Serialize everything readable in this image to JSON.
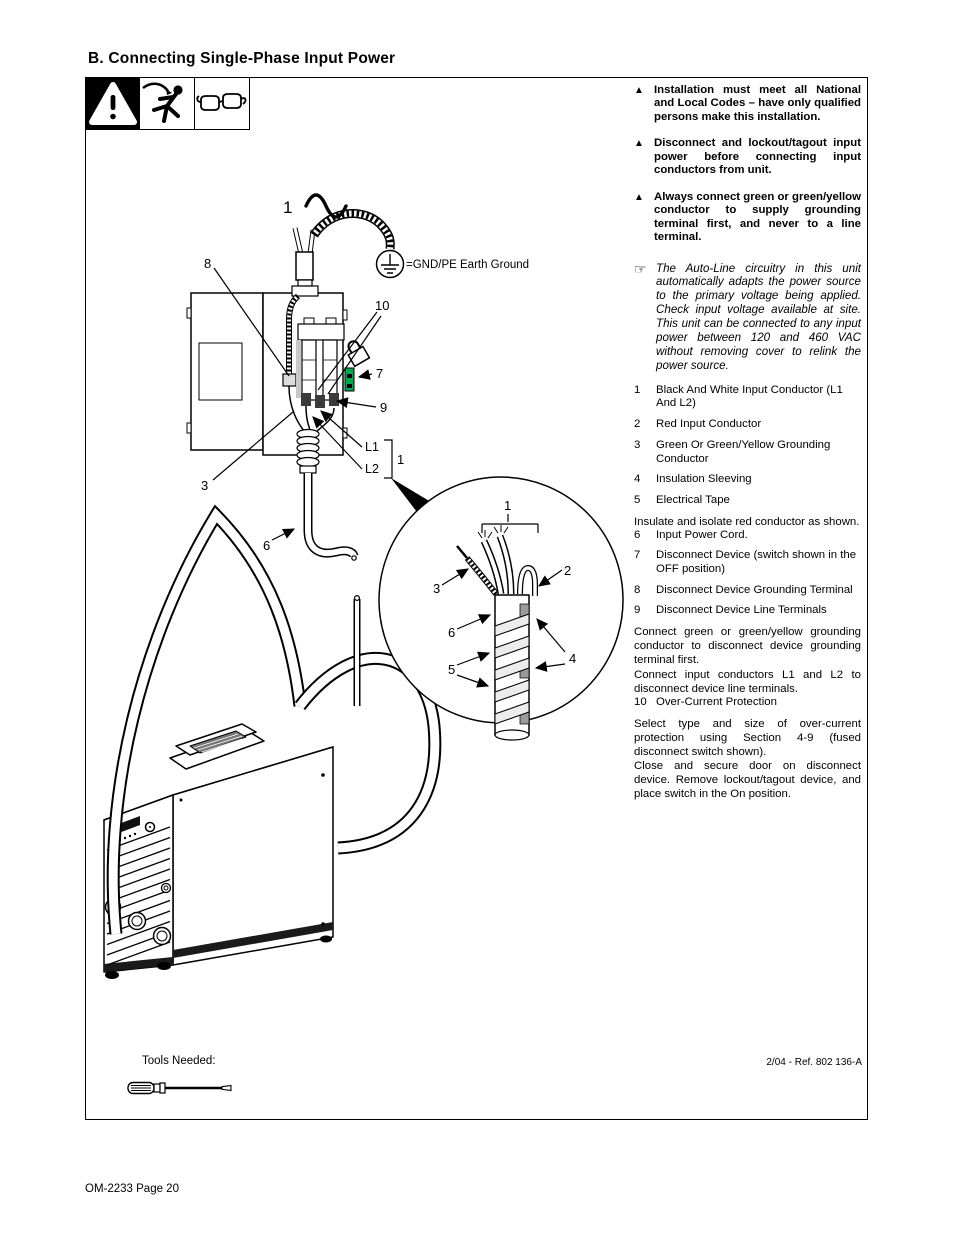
{
  "page": {
    "title": "B.  Connecting Single-Phase Input Power",
    "footer": "OM-2233 Page 20"
  },
  "figure": {
    "tools_label": "Tools Needed:",
    "reference": "2/04 - Ref. 802 136-A",
    "ground_label": "=GND/PE Earth Ground",
    "colors": {
      "switch_handle": "#00A650"
    },
    "labels": {
      "sine": "1",
      "ground_terminal": "8",
      "over_current": "10",
      "disconnect": "7",
      "line_terminals": "9",
      "l1": "L1",
      "l2": "L2",
      "l1l2_group": "1",
      "ground_conductor": "3",
      "cord": "6",
      "d1": "1",
      "d2": "2",
      "d3": "3",
      "d4": "4",
      "d5": "5",
      "d6": "6"
    }
  },
  "right_column": {
    "warning_marker": "▲",
    "note_marker": "☞",
    "warnings": [
      "Installation must meet all National and Local Codes – have only qualified persons make this installation.",
      "Disconnect and lockout/tagout input power before connecting input conductors from unit.",
      "Always connect green or green/yellow conductor to supply grounding terminal first, and never to a line terminal."
    ],
    "note": "The Auto-Line circuitry in this unit automatically adapts the power source to the primary voltage being applied. Check input voltage available at site. This unit can be connected to any input power between 120 and 460 VAC without removing cover to relink the power source.",
    "blocks": [
      {
        "type": "item",
        "num": "1",
        "text": "Black And White Input Conductor (L1 And L2)"
      },
      {
        "type": "item",
        "num": "2",
        "text": "Red Input Conductor"
      },
      {
        "type": "item",
        "num": "3",
        "text": "Green Or Green/Yellow Grounding Conductor"
      },
      {
        "type": "item",
        "num": "4",
        "text": "Insulation Sleeving"
      },
      {
        "type": "item",
        "num": "5",
        "text": "Electrical Tape"
      },
      {
        "type": "para",
        "text": "Insulate and isolate red conductor as shown."
      },
      {
        "type": "item",
        "num": "6",
        "text": "Input Power Cord."
      },
      {
        "type": "item",
        "num": "7",
        "text": "Disconnect Device (switch shown in the OFF position)"
      },
      {
        "type": "item",
        "num": "8",
        "text": "Disconnect Device Grounding Terminal"
      },
      {
        "type": "item",
        "num": "9",
        "text": "Disconnect Device Line Terminals"
      },
      {
        "type": "para",
        "text": "Connect green or green/yellow grounding conductor to disconnect device grounding terminal first."
      },
      {
        "type": "para",
        "text": "Connect input conductors L1 and L2 to disconnect device line terminals."
      },
      {
        "type": "item",
        "num": "10",
        "text": "Over-Current Protection"
      },
      {
        "type": "para",
        "text": "Select type and size of over-current protection using Section 4-9 (fused disconnect switch shown)."
      },
      {
        "type": "para",
        "text": "Close and secure door on disconnect device. Remove lockout/tagout device, and place switch in the On position."
      }
    ]
  }
}
